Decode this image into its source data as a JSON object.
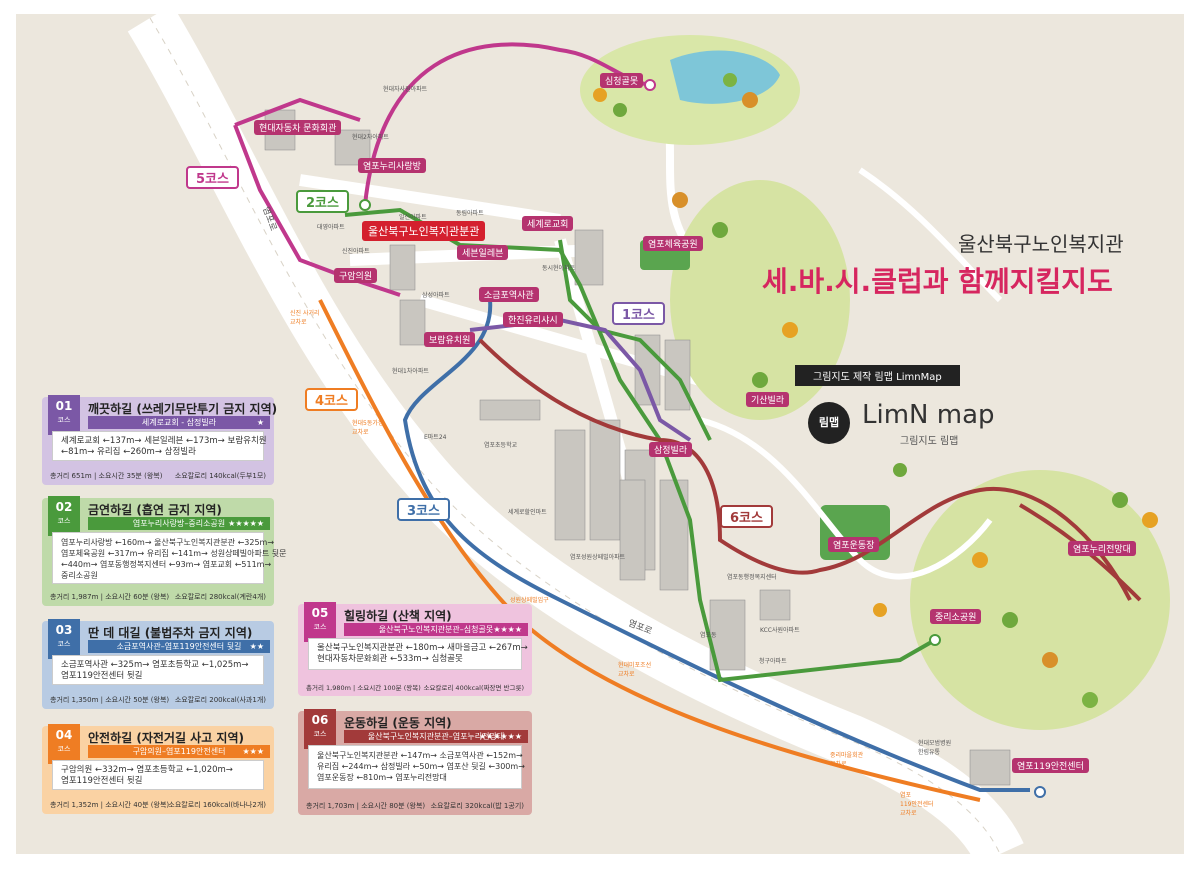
{
  "header": {
    "org": "울산북구노인복지관",
    "title": "세.바.시.클럽과 함께지킬지도"
  },
  "credit": {
    "banner": "그림지도 제작 림맵 LimnMap",
    "badge": "림맵",
    "logo": "LimN map",
    "logo_sub": "그림지도 림맵"
  },
  "courses": {
    "c1": "1코스",
    "c2": "2코스",
    "c3": "3코스",
    "c4": "4코스",
    "c5": "5코스",
    "c6": "6코스"
  },
  "colors": {
    "c1": "#7b58a6",
    "c2": "#4a9a3c",
    "c3": "#3f6fa8",
    "c4": "#ef7d23",
    "c5": "#c0388c",
    "c6": "#a23a3a",
    "ground": "#ece7dd",
    "road": "#ffffff"
  },
  "places": {
    "simcheong": "심청골못",
    "hyundai_culture": "현대자동차 문화회관",
    "nuri_sarangbang": "염포누리사랑방",
    "bokji_bungwan": "울산북구노인복지관분관",
    "seaworld_church": "세계로교회",
    "seven_leben": "세븐일레븐",
    "gym_park": "염포체육공원",
    "guam": "구암의원",
    "sogeum": "소금포역사관",
    "hanjin": "한진유리샤시",
    "boram": "보람유치원",
    "gisan": "기산빌라",
    "samjeong": "삼정빌라",
    "playground": "염포운동장",
    "nuri_view": "염포누리전망대",
    "jungri_park": "중리소공원",
    "safety_center": "염포119안전센터"
  },
  "minor_labels": {
    "hyundai_apt": "현대자사원아파트",
    "hyundai_apt2": "현대2차아파트",
    "ilsin": "일신아파트",
    "dongrim": "동림아파트",
    "daeyoung": "대영아파트",
    "sinjin": "신진아파트",
    "samsung": "삼성아파트",
    "sihyun": "동시현아파트",
    "hyundai1": "현대1차아파트",
    "emart": "E마트24",
    "school": "염포초등학교",
    "pharm": "세계로할인마트",
    "seowon": "염포성원상떼빌아파트",
    "welfare": "염포동행정복지센터",
    "kcc": "KCC사원아파트",
    "cheonggu": "청구아파트",
    "kcc2": "KCC사원아파트",
    "yeompo": "염포동",
    "hyundai_emp": "현대모범병원\n한림유통",
    "road1": "염포로",
    "road2": "염포로",
    "cross1": "신진 사거리\n교차로",
    "cross2": "현대5동가정\n교차로",
    "cross3": "성원상떼빌입구\n교차로",
    "cross4": "현대미포조선\n교차로",
    "cross5": "중리마을회관\n교차로",
    "cross6": "염포\n119안전센터\n교차로"
  },
  "cards": [
    {
      "num": "01",
      "num_sub": "코스",
      "title": "깨끗하길 (쓰레기무단투기 금지 지역)",
      "subtitle": "세계로교회 - 삼정빌라",
      "stars": "★",
      "lines": [
        "세계로교회 ←137m→ 세븐일레븐 ←173m→ 보람유치원",
        "←81m→ 유리집 ←260m→ 삼정빌라"
      ],
      "foot_left": "총거리 651m | 소요시간 35분 (왕복)",
      "foot_right": "소요칼로리 140kcal(두부1모)"
    },
    {
      "num": "02",
      "num_sub": "코스",
      "title": "금연하길 (흡연 금지 지역)",
      "subtitle": "염포누리사랑방–중리소공원",
      "stars": "★★★★★",
      "lines": [
        "염포누리사랑방 ←160m→ 울산북구노인복지관분관 ←325m→",
        "염포체육공원 ←317m→ 유리집 ←141m→ 성원상떼빌아파트 뒷문",
        "←440m→ 염포동행정복지센터 ←93m→ 염포교회 ←511m→",
        "중리소공원"
      ],
      "foot_left": "총거리 1,987m | 소요시간 60분 (왕복)",
      "foot_right": "소요칼로리 280kcal(계란4개)"
    },
    {
      "num": "03",
      "num_sub": "코스",
      "title": "딴 데 대길 (불법주차 금지 지역)",
      "subtitle": "소금포역사관–염포119안전센터 뒷길",
      "stars": "★★",
      "lines": [
        "소금포역사관 ←325m→ 염포초등학교 ←1,025m→",
        "염포119안전센터 뒷길"
      ],
      "foot_left": "총거리 1,350m | 소요시간 50분 (왕복)",
      "foot_right": "소요칼로리 200kcal(사과1개)"
    },
    {
      "num": "04",
      "num_sub": "코스",
      "title": "안전하길 (자전거길 사고 지역)",
      "subtitle": "구암의원–염포119안전센터",
      "stars": "★★★",
      "lines": [
        "구암의원 ←332m→ 염포초등학교 ←1,020m→",
        "염포119안전센터 뒷길"
      ],
      "foot_left": "총거리 1,352m | 소요시간 40분 (왕복)",
      "foot_right": "소요칼로리 160kcal(바나나2개)"
    },
    {
      "num": "05",
      "num_sub": "코스",
      "title": "힐링하길 (산책 지역)",
      "subtitle": "울산북구노인복지관분관–심청골못",
      "stars": "★★★★",
      "lines": [
        "울산북구노인복지관분관 ←180m→ 새마을금고 ←267m→",
        "현대자동차문화회관 ←533m→ 심청골못"
      ],
      "foot_left": "총거리 1,980m | 소요시간 100분 (왕복)",
      "foot_right": "소요칼로리 400kcal(짜장면 반그릇)"
    },
    {
      "num": "06",
      "num_sub": "코스",
      "title": "운동하길 (운동 지역)",
      "subtitle": "울산북구노인복지관분관–염포누리전망대",
      "stars": "★★★★★★",
      "lines": [
        "울산북구노인복지관분관 ←147m→ 소금포역사관 ←152m→",
        "유리집 ←244m→ 삼정빌라 ←50m→ 염포산 뒷길 ←300m→",
        "염포운동장 ←810m→ 염포누리전망대"
      ],
      "foot_left": "총거리 1,703m | 소요시간 80분 (왕복)",
      "foot_right": "소요칼로리 320kcal(밥 1공기)"
    }
  ]
}
